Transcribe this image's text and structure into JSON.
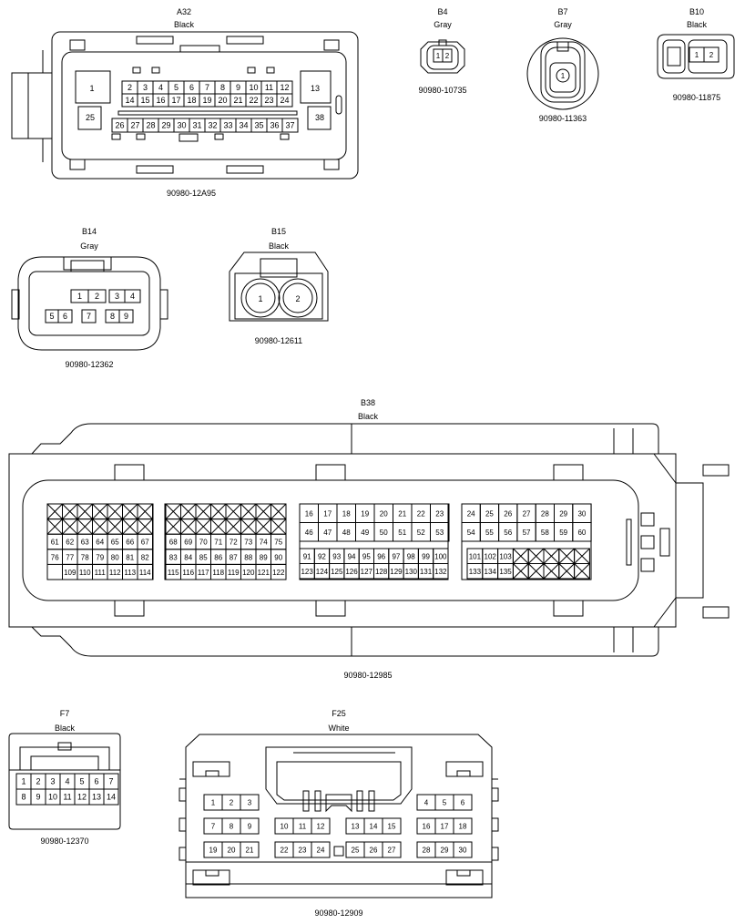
{
  "page": {
    "background": "#ffffff",
    "line_color": "#000000",
    "cross_pin_symbol": "x-mark"
  },
  "connectors": [
    {
      "id": "A32",
      "color": "Black",
      "part_number": "90980-12A95",
      "pins_top": [
        "2",
        "3",
        "4",
        "5",
        "6",
        "7",
        "8",
        "9",
        "10",
        "11",
        "12"
      ],
      "pins_mid": [
        "14",
        "15",
        "16",
        "17",
        "18",
        "19",
        "20",
        "21",
        "22",
        "23",
        "24"
      ],
      "pins_bot": [
        "26",
        "27",
        "28",
        "29",
        "30",
        "31",
        "32",
        "33",
        "34",
        "35",
        "36",
        "37"
      ],
      "pins_large": [
        "1",
        "13",
        "25",
        "38"
      ]
    },
    {
      "id": "B4",
      "color": "Gray",
      "part_number": "90980-10735",
      "pins": [
        "1",
        "2"
      ]
    },
    {
      "id": "B7",
      "color": "Gray",
      "part_number": "90980-11363",
      "pins": [
        "1"
      ]
    },
    {
      "id": "B10",
      "color": "Black",
      "part_number": "90980-11875",
      "pins": [
        "1",
        "2"
      ]
    },
    {
      "id": "B14",
      "color": "Gray",
      "part_number": "90980-12362",
      "pins_top": [
        "1",
        "2",
        "3",
        "4"
      ],
      "pins_bot": [
        "5",
        "6",
        "7",
        "8",
        "9"
      ]
    },
    {
      "id": "B15",
      "color": "Black",
      "part_number": "90980-12611",
      "pins": [
        "1",
        "2"
      ]
    },
    {
      "id": "B38",
      "color": "Black",
      "part_number": "90980-12985",
      "block1_rows": [
        [
          "x",
          "x",
          "x",
          "x",
          "x",
          "x",
          "x"
        ],
        [
          "x",
          "x",
          "x",
          "x",
          "x",
          "x",
          "x"
        ],
        [
          "61",
          "62",
          "63",
          "64",
          "65",
          "66",
          "67"
        ],
        [
          "76",
          "77",
          "78",
          "79",
          "80",
          "81",
          "82"
        ],
        [
          "",
          "109",
          "110",
          "111",
          "112",
          "113",
          "114"
        ]
      ],
      "block2_rows": [
        [
          "x",
          "x",
          "x",
          "x",
          "x",
          "x",
          "x",
          "x"
        ],
        [
          "x",
          "x",
          "x",
          "x",
          "x",
          "x",
          "x",
          "x"
        ],
        [
          "68",
          "69",
          "70",
          "71",
          "72",
          "73",
          "74",
          "75"
        ],
        [
          "83",
          "84",
          "85",
          "86",
          "87",
          "88",
          "89",
          "90"
        ],
        [
          "115",
          "116",
          "117",
          "118",
          "119",
          "120",
          "121",
          "122"
        ]
      ],
      "block3_rows": [
        [
          "16",
          "17",
          "18",
          "19",
          "20",
          "21",
          "22",
          "23"
        ],
        [
          "46",
          "47",
          "48",
          "49",
          "50",
          "51",
          "52",
          "53"
        ],
        [
          "91",
          "92",
          "93",
          "94",
          "95",
          "96",
          "97",
          "98",
          "99",
          "100"
        ],
        [
          "123",
          "124",
          "125",
          "126",
          "127",
          "128",
          "129",
          "130",
          "131",
          "132"
        ]
      ],
      "block4_rows": [
        [
          "24",
          "25",
          "26",
          "27",
          "28",
          "29",
          "30"
        ],
        [
          "54",
          "55",
          "56",
          "57",
          "58",
          "59",
          "60"
        ],
        [
          "101",
          "102",
          "103",
          "x",
          "x",
          "x",
          "x",
          "x"
        ],
        [
          "133",
          "134",
          "135",
          "x",
          "x",
          "x",
          "x",
          "x"
        ]
      ]
    },
    {
      "id": "F7",
      "color": "Black",
      "part_number": "90980-12370",
      "pins_top": [
        "1",
        "2",
        "3",
        "4",
        "5",
        "6",
        "7"
      ],
      "pins_bot": [
        "8",
        "9",
        "10",
        "11",
        "12",
        "13",
        "14"
      ]
    },
    {
      "id": "F25",
      "color": "White",
      "part_number": "90980-12909",
      "row1": [
        "1",
        "2",
        "3",
        "",
        "",
        "",
        "",
        "",
        "",
        "",
        "",
        "",
        "4",
        "5",
        "6"
      ],
      "row2": [
        "7",
        "8",
        "9",
        "",
        "10",
        "11",
        "12",
        "",
        "13",
        "14",
        "15",
        "",
        "16",
        "17",
        "18"
      ],
      "row3": [
        "19",
        "20",
        "21",
        "",
        "22",
        "23",
        "24",
        "",
        "25",
        "26",
        "27",
        "",
        "28",
        "29",
        "30"
      ]
    }
  ]
}
